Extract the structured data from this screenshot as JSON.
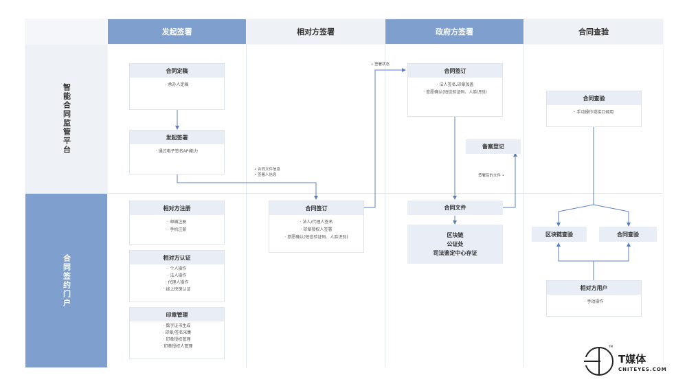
{
  "columns": [
    "发起签署",
    "相对方签署",
    "政府方签署",
    "合同查验"
  ],
  "rows": [
    "智能合同监管平台",
    "合同签约门户"
  ],
  "cards": {
    "contract_draft": {
      "title": "合同定稿",
      "items": [
        "· 承办人定稿"
      ]
    },
    "initiate_sign": {
      "title": "发起签署",
      "items": [
        "· 通过电子签名API能力"
      ]
    },
    "gov_sign": {
      "title": "合同签订",
      "items": [
        "· 法人签名,印章加盖",
        "· 意愿确认(短信验证码、人脸识别)"
      ]
    },
    "verify_top": {
      "title": "合同查验",
      "items": [
        "· 手动操作或接口调用"
      ]
    },
    "counterparty_register": {
      "title": "相对方注册",
      "items": [
        "· 邮箱注册",
        "· 手机注册"
      ]
    },
    "counterparty_auth": {
      "title": "相对方认证",
      "items": [
        "· 个人操作",
        "· 法人操作",
        "· 代理人操作",
        "· 线上快速认证"
      ]
    },
    "seal_mgmt": {
      "title": "印章管理",
      "items": [
        "· 数字证书生成",
        "· 印章/签名采集",
        "· 印章授权管理",
        "· 印章授权人管理"
      ]
    },
    "counterparty_sign": {
      "title": "合同签订",
      "items": [
        "· 法人/代理人签名",
        "· 印章授权人签署",
        "· 意愿确认(短信验证码、人脸识别)"
      ]
    },
    "counterparty_user": {
      "title": "相对方用户",
      "items": [
        "· 手动操作"
      ]
    }
  },
  "boxes": {
    "filing": "备案登记",
    "contract_file": "合同文件",
    "blockchain": [
      "区块链",
      "公证处",
      "司法鉴定中心存证"
    ],
    "blockchain_verify": "区块链查验",
    "contract_verify": "合同查验"
  },
  "notes": {
    "sign_status": "• 签署状态",
    "contract_info": [
      "• 合同文件信息",
      "• 签署人信息"
    ],
    "signed_file": "签署后的文件 •"
  },
  "logo": {
    "brand": "T媒体",
    "sub": "CNITEYES.COM",
    "tm": "TM"
  },
  "colors": {
    "accent": "#7f9fcf",
    "arrow": "#5b7fbf",
    "card_header": "#e9edf5",
    "panel": "#f4f6f9"
  }
}
